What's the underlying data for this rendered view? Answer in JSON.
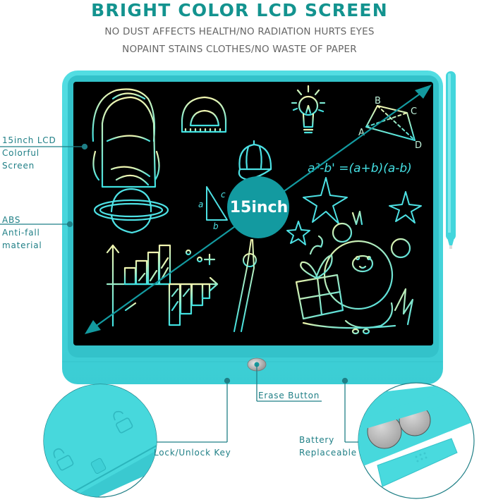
{
  "header": {
    "title": "BRIGHT COLOR LCD SCREEN",
    "subtitle_line1": "NO DUST AFFECTS HEALTH/NO RADIATION HURTS EYES",
    "subtitle_line2": "NOPAINT STAINS CLOTHES/NO WASTE OF PAPER"
  },
  "product": {
    "size_badge": "15inch",
    "equation": "a²-b² = (a+b)(a-b)",
    "geometry_labels": [
      "A",
      "B",
      "C",
      "D"
    ],
    "triangle_labels": [
      "a",
      "b",
      "c"
    ],
    "drawings": [
      "backpack",
      "protractor",
      "light-bulb",
      "kite-quadrilateral",
      "cap",
      "planet",
      "triangle",
      "stars",
      "bar-chart",
      "compass",
      "teddy-bear",
      "gift-box"
    ]
  },
  "callouts": {
    "lcd": [
      "15inch LCD",
      "Colorful",
      "Screen"
    ],
    "abs": [
      "ABS",
      "Anti-fall",
      "material"
    ],
    "erase": "Erase Button",
    "lock": "Lock/Unlock Key",
    "battery": [
      "Battery",
      "Replaceable"
    ]
  },
  "colors": {
    "brand_teal": "#13938f",
    "subtitle_gray": "#666666",
    "tablet_body": "#3fd2d8",
    "tablet_frame_dark": "#2bb8c0",
    "screen": "#000000",
    "badge": "#139aa0",
    "callout_line": "#1f7f86",
    "sketch_cyan": "#4fe3e3",
    "sketch_yellow": "#e9f2a0"
  }
}
